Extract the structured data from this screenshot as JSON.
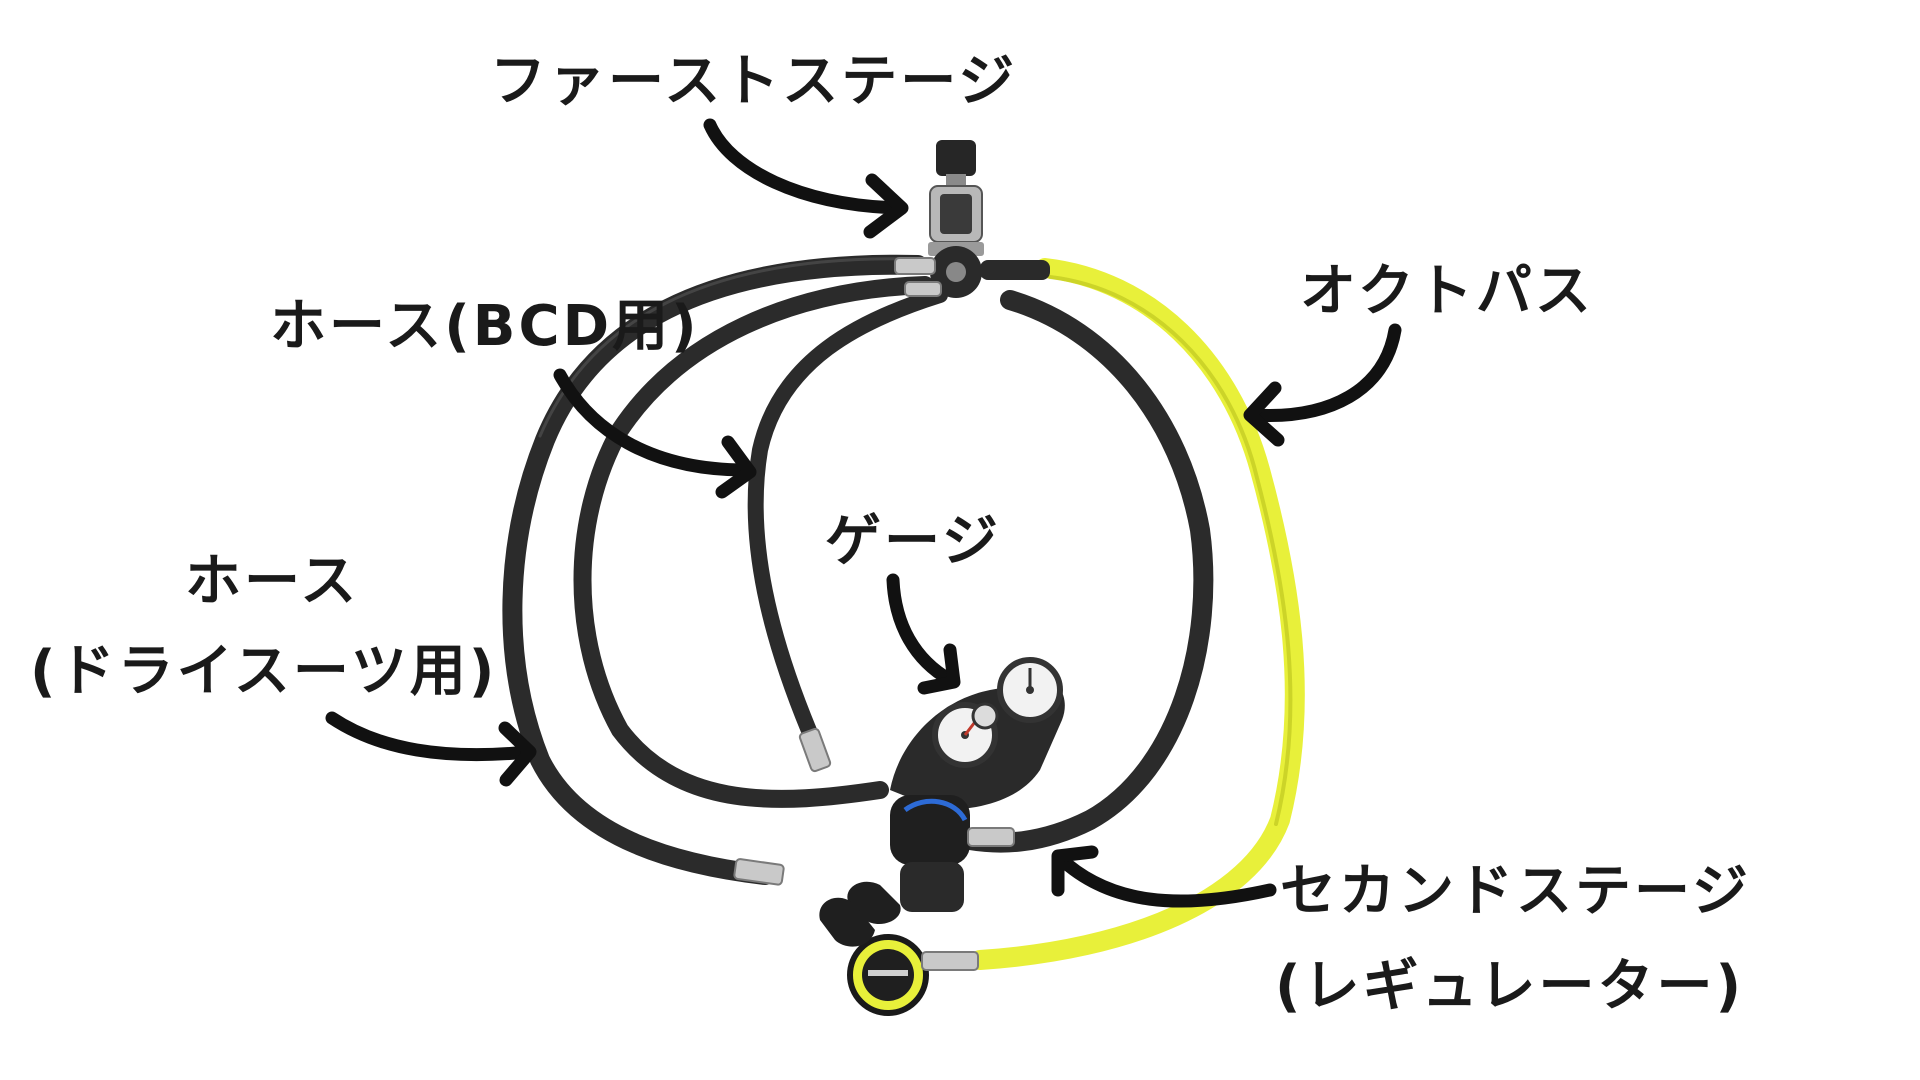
{
  "labels": {
    "first_stage": "ファーストステージ",
    "octopus": "オクトパス",
    "hose_bcd": "ホース(BCD用)",
    "hose_drysuit_line1": "ホース",
    "hose_drysuit_line2": "(ドライスーツ用)",
    "gauge": "ゲージ",
    "second_stage_line1": "セカンドステージ",
    "second_stage_line2": "(レギュレーター)"
  },
  "colors": {
    "background": "#ffffff",
    "hose_black": "#2b2b2b",
    "hose_yellow": "#e8f03a",
    "arrow": "#111111",
    "metal": "#c9c9c9",
    "gauge_face": "#f2f2f2",
    "mouthpiece_ring": "#e8f03a"
  },
  "icons": {
    "first_stage": "regulator-first-stage-icon",
    "gauge_console": "gauge-console-icon",
    "second_stage": "regulator-second-stage-icon",
    "octopus": "octopus-regulator-icon"
  }
}
